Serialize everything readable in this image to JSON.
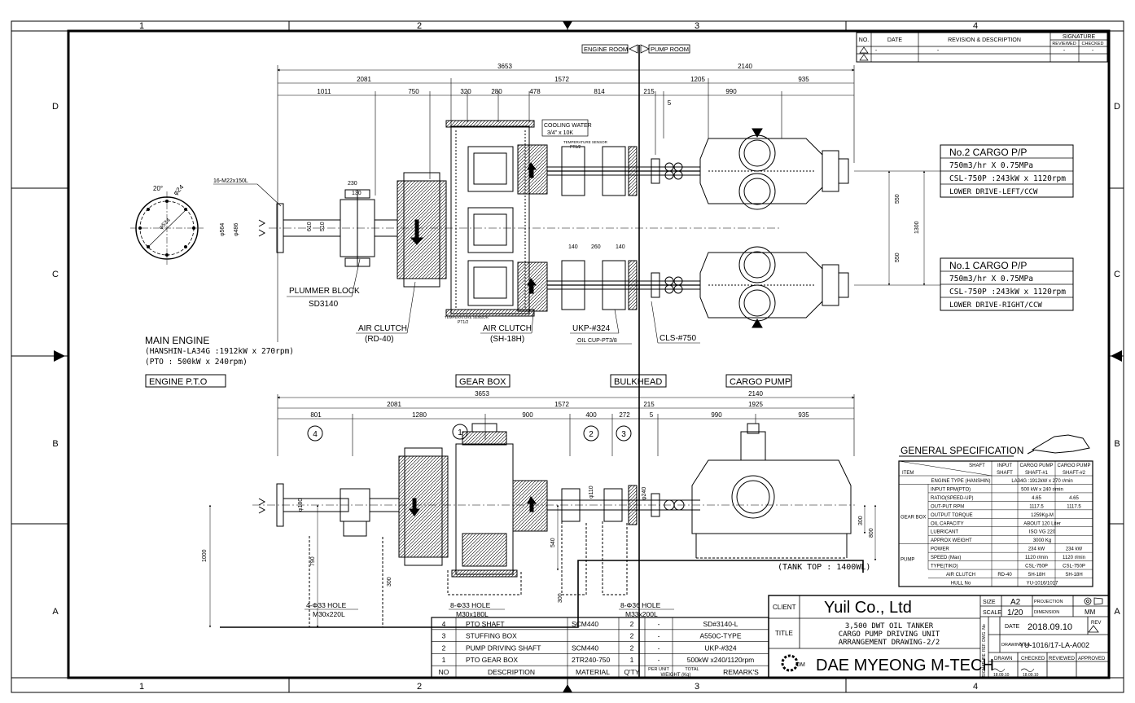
{
  "frame": {
    "cols": [
      "1",
      "2",
      "3",
      "4"
    ],
    "rows": [
      "D",
      "C",
      "B",
      "A"
    ]
  },
  "rooms": {
    "engine_room": "ENGINE ROOM",
    "pump_room": "PUMP ROOM"
  },
  "top_dims": {
    "overall_a": "3653",
    "overall_b": "2140",
    "d2081": "2081",
    "d1572": "1572",
    "d1205": "1205",
    "d935": "935",
    "d1011": "1011",
    "d750": "750",
    "d320": "320",
    "d280": "280",
    "d478": "478",
    "d814": "814",
    "d215": "215",
    "d990": "990",
    "d5": "5",
    "d230": "230",
    "d130": "130",
    "d610": "610",
    "d510": "510",
    "d550a": "550",
    "d550b": "550",
    "d1300": "1300",
    "d140": "140",
    "d260": "260",
    "d140b": "140",
    "angle20": "20°",
    "phi24": "φ24",
    "phi534": "φ534",
    "phi564": "φ564",
    "phi486": "φ486"
  },
  "top_labels": {
    "bolt": "16-M22x150L",
    "cooling_water": "COOLING WATER",
    "cooling_size": "3/4\" x 10K",
    "temp_sensor_top": "TEMPERATURE SENSOR",
    "temp_pt_top": "PT1/2",
    "temp_sensor_bot": "TEMPERATURE SENSOR",
    "temp_pt_bot": "PT1/2",
    "plummer_block": "PLUMMER BLOCK",
    "plummer_code": "SD3140",
    "air_clutch1": "AIR CLUTCH",
    "air_clutch1_code": "(RD-40)",
    "air_clutch2": "AIR CLUTCH",
    "air_clutch2_code": "(SH-18H)",
    "ukp": "UKP-#324",
    "oil_cup": "OIL CUP-PT3/8",
    "cls": "CLS-#750",
    "main_engine": "MAIN ENGINE",
    "main_engine_spec": "(HANSHIN-LA34G :1912kW x 270rpm)",
    "pto_spec": "(PTO : 500kW x 240rpm)"
  },
  "pumps": [
    {
      "title": "No.2 CARGO P/P",
      "line1": "750m3/hr X 0.75MPa",
      "line2": "CSL-750P :243kW x 1120rpm",
      "line3": "LOWER DRIVE-LEFT/CCW"
    },
    {
      "title": "No.1 CARGO P/P",
      "line1": "750m3/hr X 0.75MPa",
      "line2": "CSL-750P :243kW x 1120rpm",
      "line3": "LOWER DRIVE-RIGHT/CCW"
    }
  ],
  "section_labels": {
    "engine_pto": "ENGINE P.T.O",
    "gear_box": "GEAR BOX",
    "bulkhead": "BULKHEAD",
    "cargo_pump": "CARGO PUMP"
  },
  "side_dims": {
    "overall_a": "3653",
    "overall_b": "2140",
    "d2081": "2081",
    "d1572": "1572",
    "d215": "215",
    "d1925": "1925",
    "d801": "801",
    "d1280": "1280",
    "d900": "900",
    "d400": "400",
    "d272": "272",
    "d5": "5",
    "d990": "990",
    "d935": "935",
    "d1000": "1000",
    "d790": "790",
    "d300a": "300",
    "d540": "540",
    "d300b": "300",
    "d300c": "300",
    "d800": "800",
    "phi180": "φ180",
    "phi110": "φ110",
    "phi240": "φ240",
    "callouts": [
      "4",
      "1",
      "2",
      "3"
    ],
    "hole1": "4-Φ33 HOLE",
    "hole1_b": "M30x220L",
    "hole2": "8-Φ33 HOLE",
    "hole2_b": "M30x180L",
    "hole3": "8-Φ36 HOLE",
    "hole3_b": "M33x200L",
    "tank_top": "(TANK TOP : 1400WL)"
  },
  "revision": {
    "headers": [
      "NO.",
      "DATE",
      "REVISION & DESCRIPTION",
      "SIGNATURE",
      "REVIEWED",
      "CHECKED"
    ],
    "rows": [
      [
        "",
        "-",
        "-",
        "-",
        "-"
      ],
      [
        "",
        "",
        "",
        "",
        ""
      ]
    ]
  },
  "spec": {
    "title": "GENERAL SPECIFICATION",
    "head": [
      "SHAFT",
      "ITEM",
      "INPUT",
      "SHAFT",
      "CARGO PUMP",
      "SHAFT-#1",
      "CARGO PUMP",
      "SHAFT-#2"
    ],
    "rows": [
      [
        "",
        "ENGINE TYPE (HANSHIN)",
        "LA34G :1912kW x 270 r/min",
        "",
        ""
      ],
      [
        "GEAR BOX",
        "INPUT RPM(PTO)",
        "500 kW x 240 r/min",
        "",
        ""
      ],
      [
        "",
        "RATIO(SPEED-UP)",
        "",
        "4.65",
        "4.65"
      ],
      [
        "",
        "OUT-PUT RPM",
        "",
        "1117.5",
        "1117.5"
      ],
      [
        "",
        "OUTPUT TORQUE",
        "1259Kg-M",
        "",
        ""
      ],
      [
        "",
        "OIL CAPACITY",
        "ABOUT 120 Liter",
        "",
        ""
      ],
      [
        "",
        "LUBRICANT",
        "ISO VG 220",
        "",
        ""
      ],
      [
        "",
        "APPROX WEIGHT",
        "3000 Kg",
        "",
        ""
      ],
      [
        "PUMP",
        "POWER",
        "",
        "234 kW",
        "234 kW"
      ],
      [
        "",
        "SPEED (Max)",
        "",
        "1120 r/min",
        "1120 r/min"
      ],
      [
        "",
        "TYPE(TIKO)",
        "",
        "CSL-750P",
        "CSL-750P"
      ],
      [
        "",
        "AIR CLUTCH",
        "RD-40",
        "SH-18H",
        "SH-18H"
      ],
      [
        "",
        "HULL No",
        "YU-1016/1017",
        "",
        ""
      ]
    ]
  },
  "bom": {
    "headers": [
      "NO",
      "DESCRIPTION",
      "MATERIAL",
      "Q'TY",
      "PER UNIT",
      "TOTAL",
      "WEIGHT (Kg)",
      "REMARK'S"
    ],
    "rows": [
      [
        "4",
        "PTO SHAFT",
        "SCM440",
        "2",
        "-",
        "SD#3140-L"
      ],
      [
        "3",
        "STUFFING BOX",
        "",
        "2",
        "-",
        "A550C-TYPE"
      ],
      [
        "2",
        "PUMP DRIVING SHAFT",
        "SCM440",
        "2",
        "-",
        "UKP-#324"
      ],
      [
        "1",
        "PTO GEAR BOX",
        "2TR240-750",
        "1",
        "-",
        "500kW x240/1120rpm"
      ]
    ]
  },
  "title_block": {
    "client_label": "CLIENT",
    "client": "Yuil Co., Ltd",
    "title_label": "TITLE",
    "title1": "3,500 DWT OIL TANKER",
    "title2": "CARGO PUMP DRIVING UNIT",
    "title3": "ARRANGEMENT DRAWING-2/2",
    "company": "DAE MYEONG M-TECH",
    "logo": "DM",
    "size_label": "SIZE",
    "size": "A2",
    "projection_label": "PROJECTION",
    "scale_label": "SCALE",
    "scale": "1/20",
    "dimension_label": "DIMENSION",
    "dimension": "MM",
    "date_label": "DATE",
    "date": "2018.09.10",
    "rev_label": "REV",
    "drawing_label": "DRAWING No.",
    "drawing_no": "YU-1016/17-LA-A002",
    "ref_label": "REF. DWG. No",
    "sig_label": "SIGNATURE",
    "drawn": "DRAWN",
    "checked": "CHECKED",
    "reviewed": "REVIEWED",
    "approved": "APPROVED",
    "sig_date1": "18.09.10",
    "sig_date2": "18.09.10"
  }
}
